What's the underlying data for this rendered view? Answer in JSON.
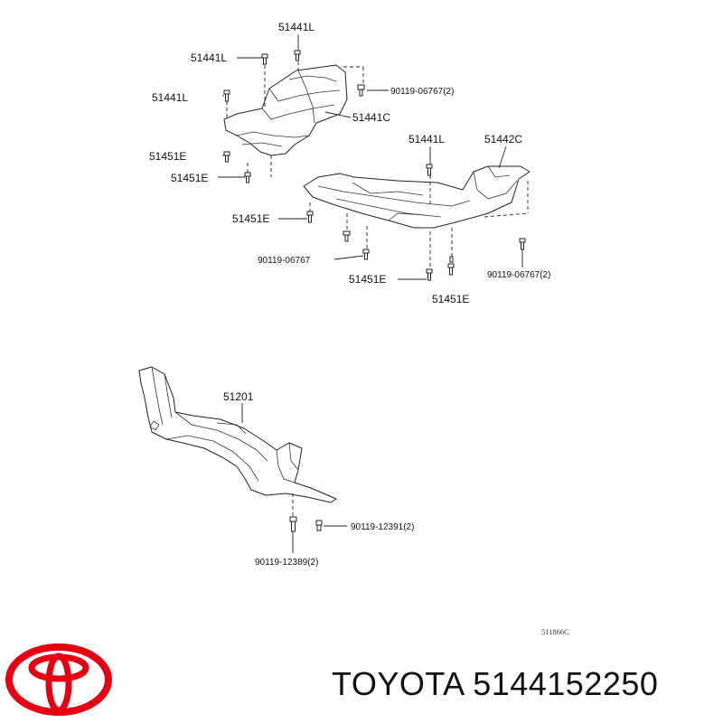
{
  "colors": {
    "brand_red": "#e60012",
    "line": "#222222"
  },
  "callouts": {
    "c1": "51441L",
    "c2": "51441L",
    "c3": "51441L",
    "c4": "90119-06767(2)",
    "c5": "51441C",
    "c6": "51441L",
    "c7": "51442C",
    "c8": "51451E",
    "c9": "51451E",
    "c10": "51451E",
    "c11": "90119-06767",
    "c12": "51451E",
    "c13": "90119-06767(2)",
    "c14": "51451E",
    "c15": "51201",
    "c16": "90119-12391(2)",
    "c17": "90119-12389(2)"
  },
  "diagram_code": "511866C",
  "brand": {
    "logo_icon": "toyota-logo-icon",
    "text": "TOYOTA 5144152250"
  }
}
